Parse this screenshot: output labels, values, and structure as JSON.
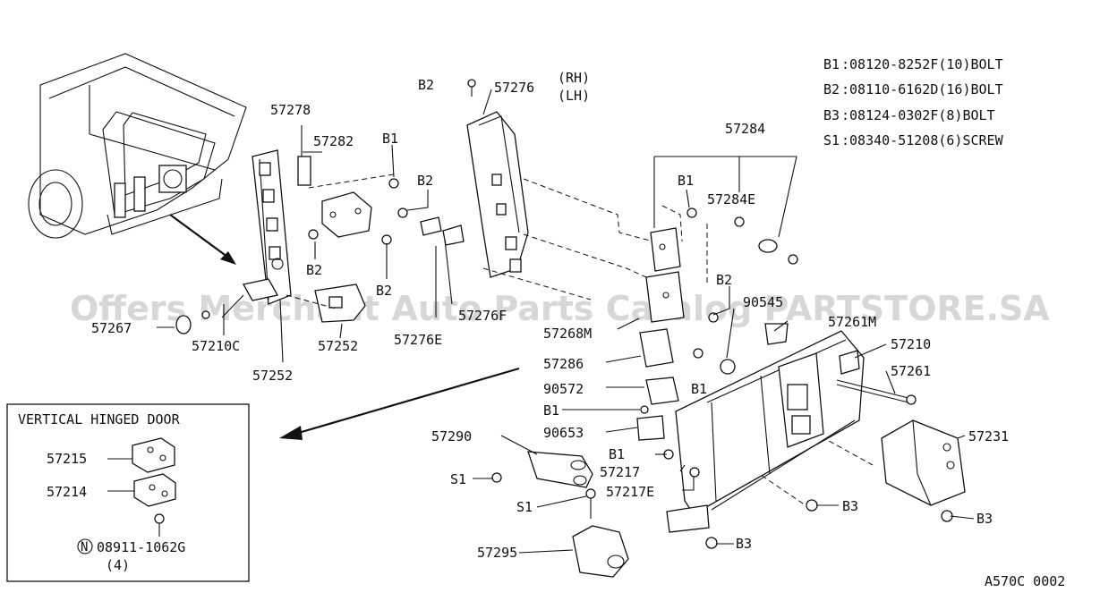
{
  "title_code": "A570C 0002",
  "watermark": "Offers Merchant Auto Parts Catalog PARTSTORE.SA",
  "fastener_legend": [
    {
      "key": "B1",
      "text": "08120-8252F(10)BOLT"
    },
    {
      "key": "B2",
      "text": "08110-6162D(16)BOLT"
    },
    {
      "key": "B3",
      "text": "08124-0302F(8)BOLT"
    },
    {
      "key": "S1",
      "text": "08340-51208(6)SCREW"
    }
  ],
  "inset": {
    "title": "VERTICAL HINGED DOOR",
    "parts": [
      "57215",
      "57214"
    ],
    "nut_number": "08911-1062G",
    "nut_mark": "N",
    "nut_qty": "(4)"
  },
  "labels": {
    "p57278": "57278",
    "p57282": "57282",
    "p57276": "57276",
    "rh": "(RH)",
    "lh": "(LH)",
    "p57284": "57284",
    "p57284e": "57284E",
    "p57276f": "57276F",
    "p57276e": "57276E",
    "p57267": "57267",
    "p57210c": "57210C",
    "p57252a": "57252",
    "p57252b": "57252",
    "p57268m": "57268M",
    "p57286": "57286",
    "p90572": "90572",
    "p90653": "90653",
    "p57290": "57290",
    "p57217": "57217",
    "p57217e": "57217E",
    "p57295": "57295",
    "p57261m": "57261M",
    "p57210": "57210",
    "p57261": "57261",
    "p57231": "57231",
    "p90545": "90545",
    "b1a": "B1",
    "b1b": "B1",
    "b1c": "B1",
    "b1d": "B1",
    "b1e": "B1",
    "b2a": "B2",
    "b2b": "B2",
    "b2c": "B2",
    "b2d": "B2",
    "b2e": "B2",
    "b3a": "B3",
    "b3b": "B3",
    "b3c": "B3",
    "s1a": "S1",
    "s1b": "S1"
  }
}
